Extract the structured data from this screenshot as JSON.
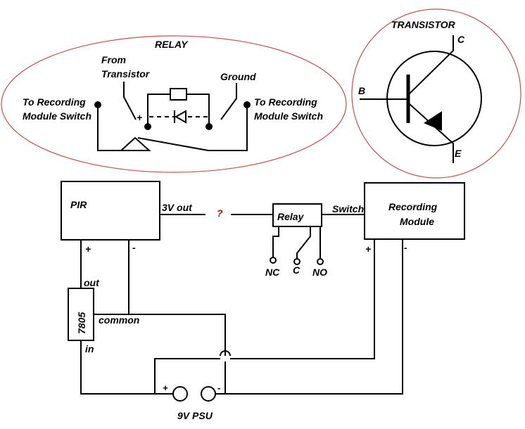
{
  "relay_detail": {
    "title": "RELAY",
    "from_transistor_line1": "From",
    "from_transistor_line2": "Transistor",
    "ground": "Ground",
    "left_switch_line1": "To Recording",
    "left_switch_line2": "Module Switch",
    "right_switch_line1": "To Recording",
    "right_switch_line2": "Module Switch",
    "plus": "+",
    "ellipse_color": "#c0504d"
  },
  "transistor_detail": {
    "title": "TRANSISTOR",
    "collector": "C",
    "base": "B",
    "emitter": "E",
    "circle_color": "#c0504d"
  },
  "circuit": {
    "pir": {
      "label": "PIR",
      "plus": "+",
      "minus": "-"
    },
    "pir_output": "3V out",
    "unknown_link": "?",
    "unknown_link_color": "#c00000",
    "relay": {
      "label": "Relay",
      "nc": "NC",
      "c": "C",
      "no": "NO"
    },
    "switch_label": "Switch",
    "recording_module": {
      "label_line1": "Recording",
      "label_line2": "Module",
      "plus": "+",
      "minus": "-"
    },
    "regulator": {
      "label": "7805",
      "out": "out",
      "common": "common",
      "in": "in"
    },
    "psu": {
      "label": "9V PSU",
      "plus": "+",
      "minus": "-"
    }
  }
}
